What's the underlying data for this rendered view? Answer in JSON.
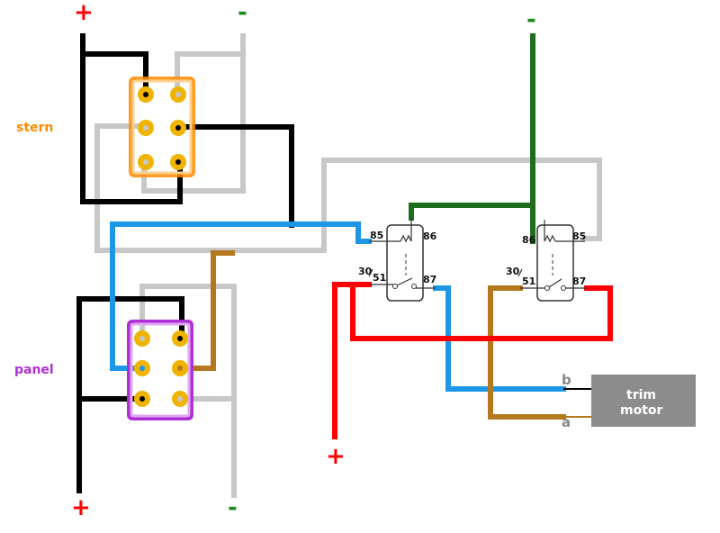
{
  "signs": {
    "top_left_plus": "+",
    "top_left_minus": "-",
    "top_right_minus": "-",
    "bottom_left_plus": "+",
    "bottom_left_minus": "-",
    "bottom_middle_plus": "+"
  },
  "stern_switch": {
    "title": "stern",
    "color": "#ff8c00",
    "terminals": [
      "c",
      "e",
      "d"
    ]
  },
  "panel_switch": {
    "title": "panel",
    "color": "#b030d8",
    "terminals": [
      "g",
      "f",
      "h"
    ]
  },
  "relay_left": {
    "pins": {
      "p85": "85",
      "p86": "86",
      "p30": "30",
      "p51": "51",
      "p87": "87"
    }
  },
  "relay_right": {
    "pins": {
      "p86": "86",
      "p85": "85",
      "p30": "30",
      "p51": "51",
      "p87": "87"
    }
  },
  "motor": {
    "line1": "trim",
    "line2": "motor",
    "terminal_b": "b",
    "terminal_a": "a"
  },
  "colors": {
    "black": "#000000",
    "gray": "#c8c8c8",
    "blue": "#1e96e6",
    "green": "#1e6e1e",
    "red": "#ff0000",
    "brown": "#b4781e",
    "terminal": "#f0b400",
    "motor_box": "#8c8c8c"
  }
}
